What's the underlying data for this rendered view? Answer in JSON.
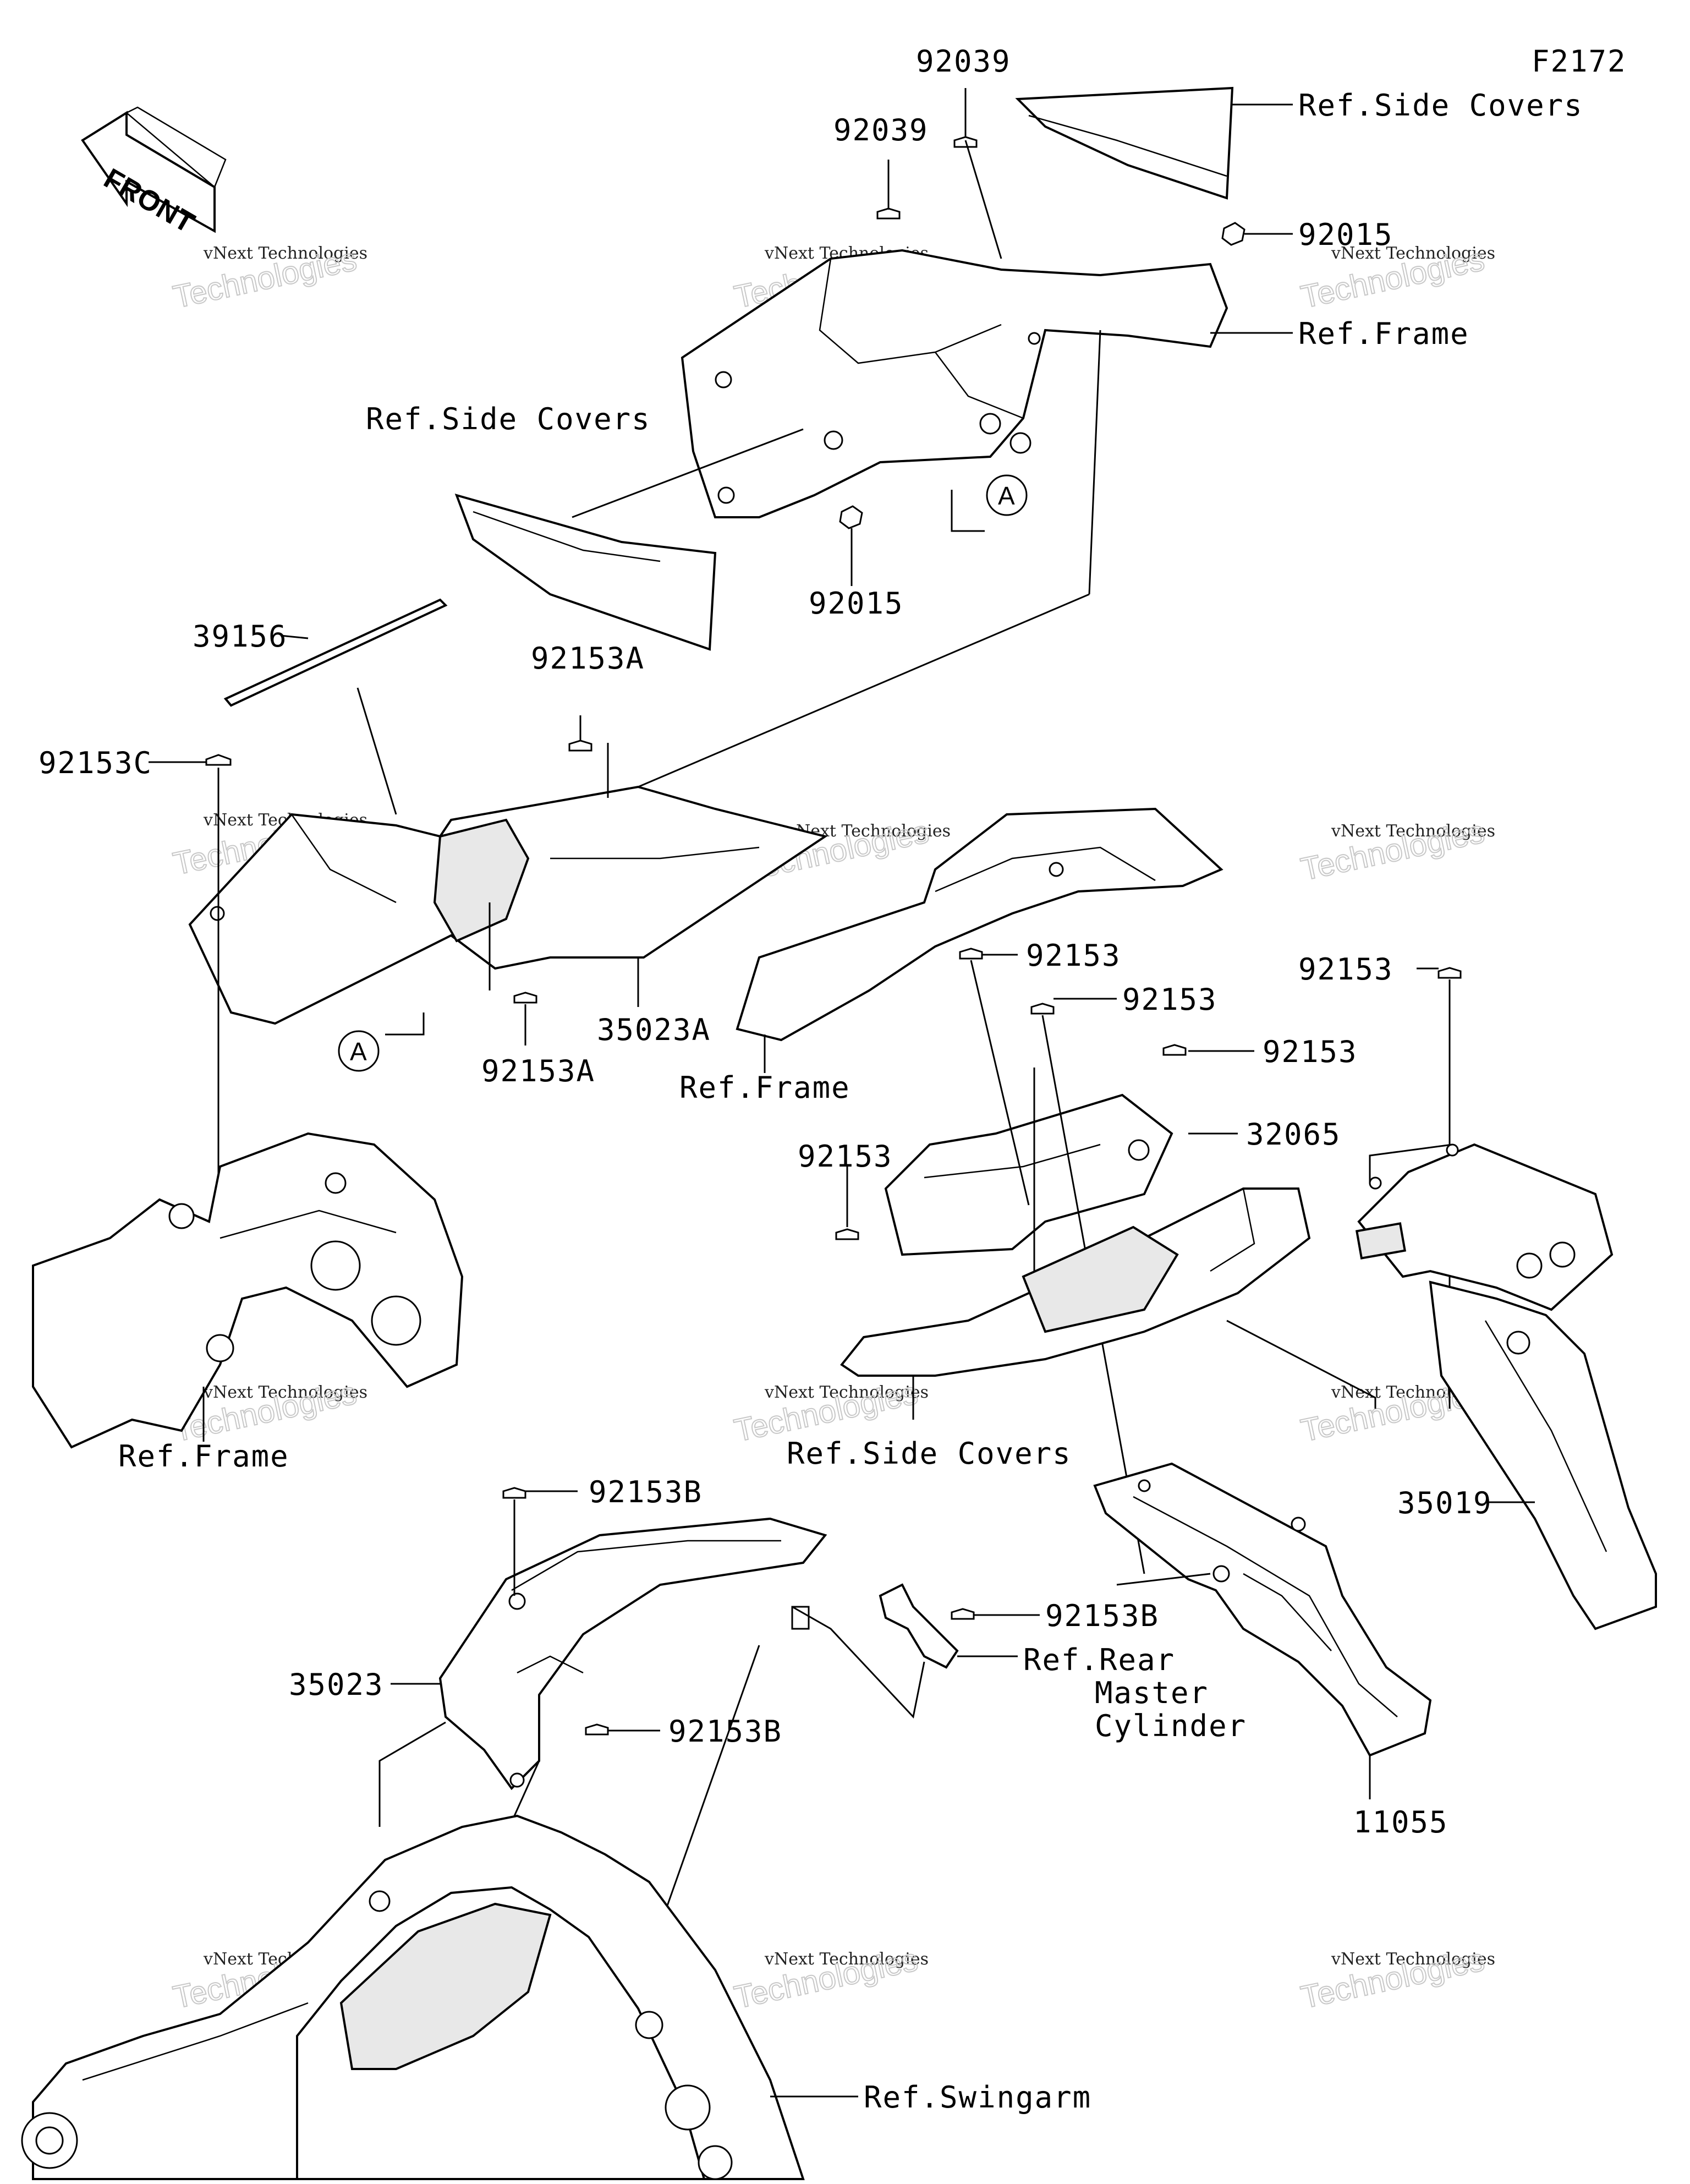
{
  "diagram_code": "F2172",
  "front_label": "FRONT",
  "watermark": {
    "line1": "vNext Technologies",
    "line2": "Technologies",
    "line3": "vNext"
  },
  "circle_marker": "A",
  "labels": {
    "p92039_top": "92039",
    "p92039_mid": "92039",
    "ref_side_covers_top": "Ref.Side Covers",
    "p92015_right": "92015",
    "ref_frame_top": "Ref.Frame",
    "ref_side_covers_left": "Ref.Side Covers",
    "p92015_bottom": "92015",
    "p39156": "39156",
    "p92153A_top": "92153A",
    "p92153C": "92153C",
    "p35023A": "35023A",
    "p92153A_bottom": "92153A",
    "ref_frame_mid": "Ref.Frame",
    "p92153_a": "92153",
    "p92153_b": "92153",
    "p92153_c": "92153",
    "p92153_d": "92153",
    "p92153_left": "92153",
    "p32065": "32065",
    "ref_frame_left": "Ref.Frame",
    "ref_side_covers_mid": "Ref.Side Covers",
    "p35019": "35019",
    "p92153B_top": "92153B",
    "p92153B_right": "92153B",
    "ref_rear_master_1": "Ref.Rear",
    "ref_rear_master_2": "Master",
    "ref_rear_master_3": "Cylinder",
    "p35023": "35023",
    "p92153B_mid": "92153B",
    "p11055": "11055",
    "ref_swingarm": "Ref.Swingarm"
  }
}
